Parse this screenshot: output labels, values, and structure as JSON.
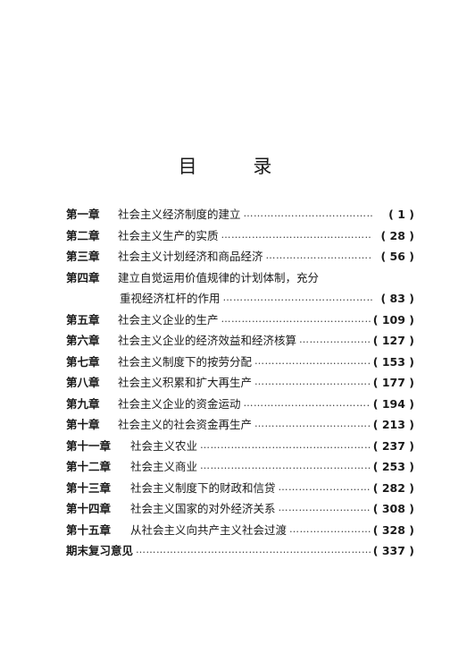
{
  "title": "目 录",
  "toc": [
    {
      "chapter": "第一章",
      "text": "社会主义经济制度的建立",
      "page": "( 1 )"
    },
    {
      "chapter": "第二章",
      "text": "社会主义生产的实质",
      "page": "( 28 )"
    },
    {
      "chapter": "第三章",
      "text": "社会主义计划经济和商品经济",
      "page": "( 56 )"
    },
    {
      "chapter": "第四章",
      "text": "建立自觉运用价值规律的计划体制，充分",
      "text2": "重视经济杠杆的作用",
      "page": "( 83 )"
    },
    {
      "chapter": "第五章",
      "text": "社会主义企业的生产",
      "page": "( 109 )"
    },
    {
      "chapter": "第六章",
      "text": "社会主义企业的经济效益和经济核算",
      "page": "( 127 )"
    },
    {
      "chapter": "第七章",
      "text": "社会主义制度下的按劳分配",
      "page": "( 153 )"
    },
    {
      "chapter": "第八章",
      "text": "社会主义积累和扩大再生产",
      "page": "( 177 )"
    },
    {
      "chapter": "第九章",
      "text": "社会主义企业的资金运动",
      "page": "( 194 )"
    },
    {
      "chapter": "第十章",
      "text": "社会主义的社会资金再生产",
      "page": "( 213 )"
    },
    {
      "chapter": "第十一章",
      "text": "社会主义农业",
      "page": "( 237 )"
    },
    {
      "chapter": "第十二章",
      "text": "社会主义商业",
      "page": "( 253 )"
    },
    {
      "chapter": "第十三章",
      "text": "社会主义制度下的财政和信贷",
      "page": "( 282 )"
    },
    {
      "chapter": "第十四章",
      "text": "社会主义国家的对外经济关系",
      "page": "( 308 )"
    },
    {
      "chapter": "第十五章",
      "text": "从社会主义向共产主义社会过渡",
      "page": "( 328 )"
    },
    {
      "chapter": "期末复习意见",
      "text": "",
      "page": "( 337 )"
    }
  ]
}
